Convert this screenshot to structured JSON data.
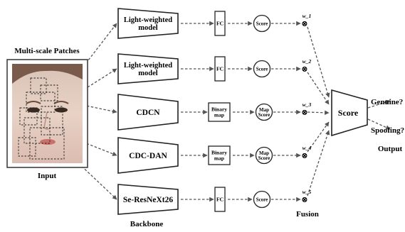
{
  "labels": {
    "multi_scale_patches": "Multi-scale Patches",
    "input": "Input",
    "backbone": "Backbone",
    "fusion": "Fusion",
    "output": "Output"
  },
  "branches": [
    {
      "model": [
        "Light-weighted",
        "model"
      ],
      "head": [
        "FC"
      ],
      "score": [
        "Score"
      ],
      "weight": "w_1"
    },
    {
      "model": [
        "Light-weighted",
        "model"
      ],
      "head": [
        "FC"
      ],
      "score": [
        "Score"
      ],
      "weight": "w_2"
    },
    {
      "model": [
        "CDCN"
      ],
      "head": [
        "Binary",
        "map"
      ],
      "score": [
        "Map",
        "Score"
      ],
      "weight": "w_3"
    },
    {
      "model": [
        "CDC-DAN"
      ],
      "head": [
        "Binary",
        "map"
      ],
      "score": [
        "Map",
        "Score"
      ],
      "weight": "w_4"
    },
    {
      "model": [
        "Se-ResNeXt26"
      ],
      "head": [
        "FC"
      ],
      "score": [
        "Score"
      ],
      "weight": "w_5"
    }
  ],
  "fusion_block": {
    "label": "Score"
  },
  "outputs": [
    "Genuine?",
    "Spoofing?"
  ],
  "multiply_symbol": "⊗"
}
